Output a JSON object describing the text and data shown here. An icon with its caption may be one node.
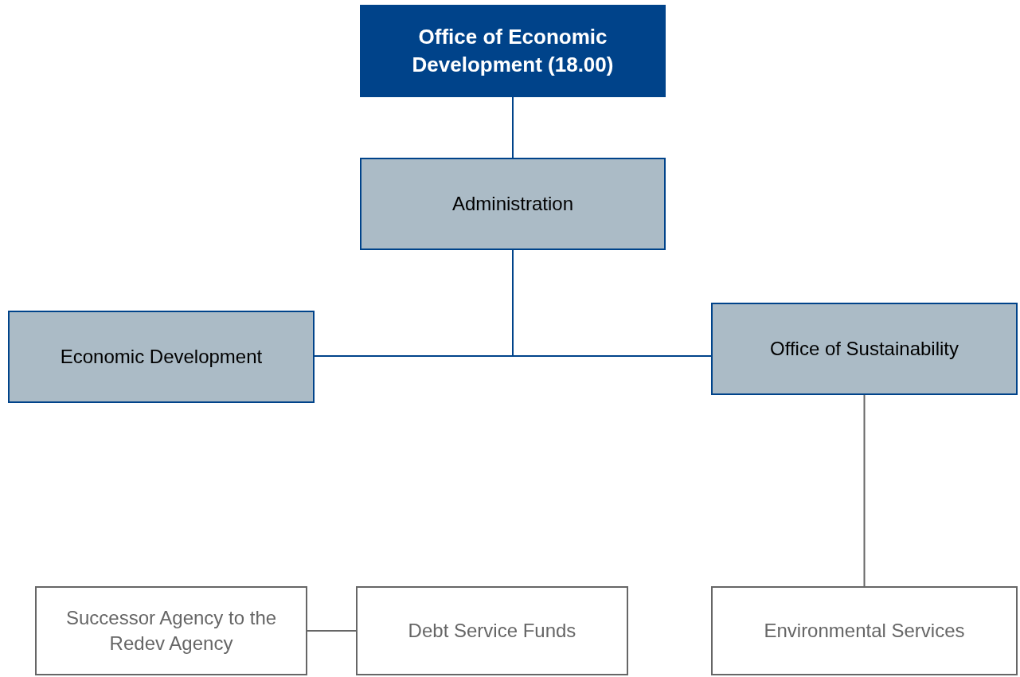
{
  "diagram": {
    "nodes": [
      {
        "text": [
          "Office of Economic Development (18.00)"
        ]
      },
      {
        "text": [
          "Administration"
        ]
      },
      {
        "text": [
          "Economic Development"
        ]
      },
      {
        "text": [
          "Office of Sustainability"
        ]
      },
      {
        "text": [
          "Successor Agency to the Redev Agency"
        ]
      },
      {
        "text": [
          "Debt Service Funds"
        ]
      },
      {
        "text": [
          "Environmental Services"
        ]
      }
    ],
    "edges": [
      {
        "from": 0,
        "to": 1,
        "arrow": "none"
      },
      {
        "from": 1,
        "to": 2,
        "arrow": "none"
      },
      {
        "from": 1,
        "to": 3,
        "arrow": "none"
      },
      {
        "from": 4,
        "to": 5,
        "arrow": "none",
        "color": "#666666"
      },
      {
        "from": 3,
        "to": 6,
        "arrow": "none",
        "color": "#666666"
      }
    ]
  }
}
